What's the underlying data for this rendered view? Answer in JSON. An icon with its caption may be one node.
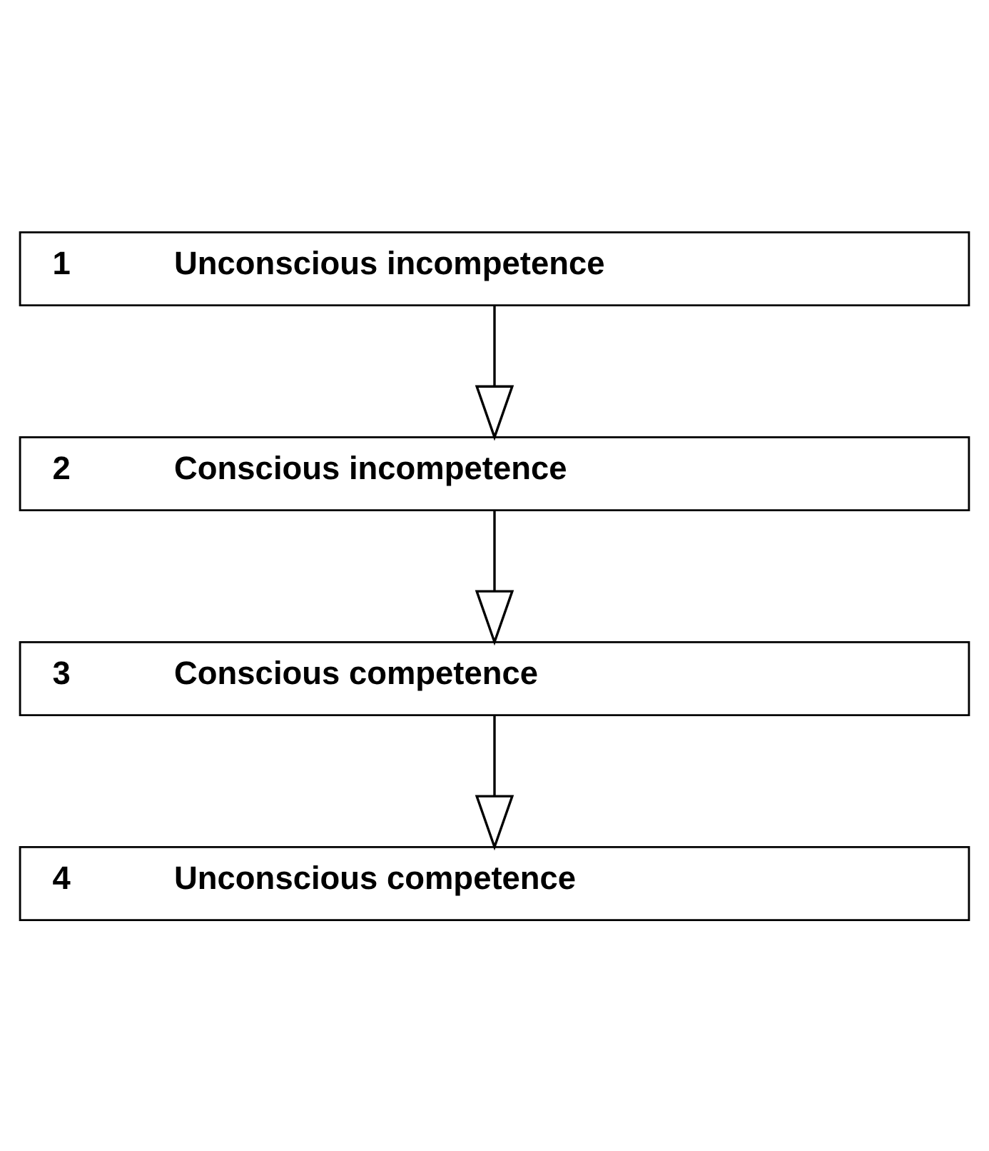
{
  "diagram": {
    "nodes": [
      {
        "text": [
          "1",
          "Unconscious incompetence"
        ]
      },
      {
        "text": [
          "2",
          "Conscious incompetence"
        ]
      },
      {
        "text": [
          "3",
          "Conscious competence"
        ]
      },
      {
        "text": [
          "4",
          "Unconscious competence"
        ]
      }
    ],
    "edges": [
      {
        "from": 0,
        "to": 1,
        "arrow": "to"
      },
      {
        "from": 1,
        "to": 2,
        "arrow": "to"
      },
      {
        "from": 2,
        "to": 3,
        "arrow": "to"
      }
    ]
  }
}
